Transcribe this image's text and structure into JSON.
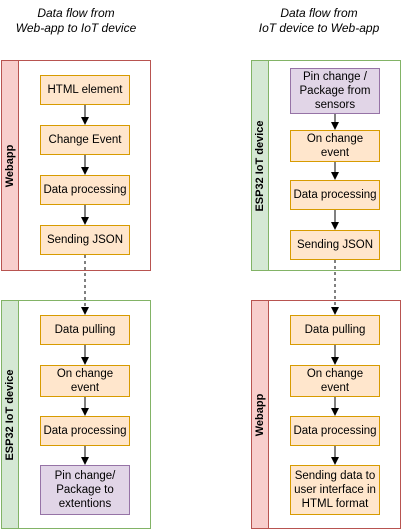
{
  "left": {
    "title_lines": [
      "Data flow from",
      "Web-app to IoT device"
    ],
    "top_container": {
      "label": "Webapp",
      "steps": [
        {
          "lines": [
            "HTML element"
          ],
          "color": "orange"
        },
        {
          "lines": [
            "Change Event"
          ],
          "color": "orange"
        },
        {
          "lines": [
            "Data processing"
          ],
          "color": "orange"
        },
        {
          "lines": [
            "Sending JSON"
          ],
          "color": "orange"
        }
      ]
    },
    "bottom_container": {
      "label": "ESP32 IoT device",
      "steps": [
        {
          "lines": [
            "Data pulling"
          ],
          "color": "orange"
        },
        {
          "lines": [
            "On change",
            "event"
          ],
          "color": "orange"
        },
        {
          "lines": [
            "Data processing"
          ],
          "color": "orange"
        },
        {
          "lines": [
            "Pin change/",
            "Package to",
            "extentions"
          ],
          "color": "purple"
        }
      ]
    }
  },
  "right": {
    "title_lines": [
      "Data flow from",
      "IoT device to Web-app"
    ],
    "top_container": {
      "label": "ESP32 IoT device",
      "steps": [
        {
          "lines": [
            "Pin change /",
            "Package from",
            "sensors"
          ],
          "color": "purple"
        },
        {
          "lines": [
            "On change",
            "event"
          ],
          "color": "orange"
        },
        {
          "lines": [
            "Data processing"
          ],
          "color": "orange"
        },
        {
          "lines": [
            "Sending JSON"
          ],
          "color": "orange"
        }
      ]
    },
    "bottom_container": {
      "label": "Webapp",
      "steps": [
        {
          "lines": [
            "Data pulling"
          ],
          "color": "orange"
        },
        {
          "lines": [
            "On change",
            "event"
          ],
          "color": "orange"
        },
        {
          "lines": [
            "Data processing"
          ],
          "color": "orange"
        },
        {
          "lines": [
            "Sending data to",
            "user interface in",
            "HTML format"
          ],
          "color": "orange"
        }
      ]
    }
  },
  "colors": {
    "step_fill": "#ffe6cc",
    "step_stroke": "#d79b00",
    "io_fill": "#e1d5e7",
    "io_stroke": "#9673a6",
    "webapp_band": "#f8cecc",
    "webapp_stroke": "#b85450",
    "device_band": "#d5e8d4",
    "device_stroke": "#82b366"
  }
}
